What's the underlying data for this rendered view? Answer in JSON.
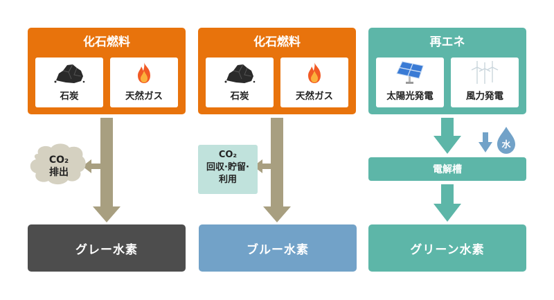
{
  "columns": [
    {
      "id": "gray",
      "source": {
        "title": "化石燃料",
        "color": "#e8730c",
        "items": [
          {
            "label": "石炭",
            "icon": "coal-icon"
          },
          {
            "label": "天然ガス",
            "icon": "flame-icon"
          }
        ]
      },
      "side_process": {
        "line1": "CO₂",
        "line2": "排出",
        "shape": "cloud",
        "color": "#d5d1c1"
      },
      "arrow_color": "#a89f80",
      "result": {
        "label": "グレー水素",
        "color": "#4d4d4d"
      }
    },
    {
      "id": "blue",
      "source": {
        "title": "化石燃料",
        "color": "#e8730c",
        "items": [
          {
            "label": "石炭",
            "icon": "coal-icon"
          },
          {
            "label": "天然ガス",
            "icon": "flame-icon"
          }
        ]
      },
      "side_process": {
        "line1": "CO₂",
        "line2": "回収·貯留·",
        "line3": "利用",
        "shape": "box",
        "color": "#c0e2dc"
      },
      "arrow_color": "#a89f80",
      "result": {
        "label": "ブルー水素",
        "color": "#72a2c8"
      }
    },
    {
      "id": "green",
      "source": {
        "title": "再エネ",
        "color": "#5db6a8",
        "items": [
          {
            "label": "太陽光発電",
            "icon": "solar-panel-icon"
          },
          {
            "label": "風力発電",
            "icon": "wind-turbine-icon"
          }
        ]
      },
      "process": {
        "label": "電解槽"
      },
      "water": {
        "label": "水",
        "color": "#72a2c8"
      },
      "arrow_color": "#5db6a8",
      "result": {
        "label": "グリーン水素",
        "color": "#5db6a8"
      }
    }
  ]
}
